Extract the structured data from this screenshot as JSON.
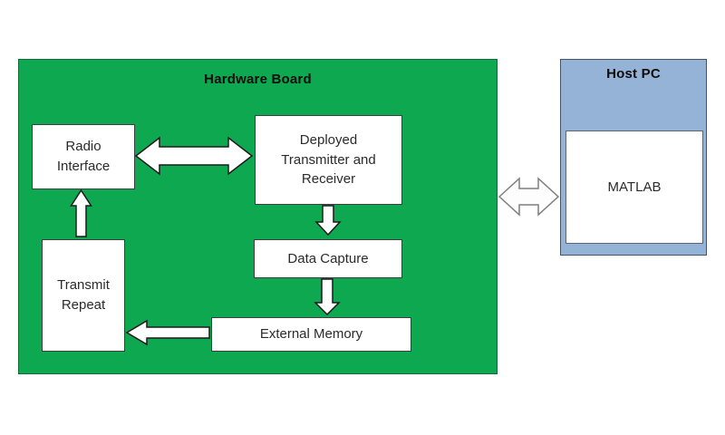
{
  "diagram": {
    "hardware_board": {
      "title": "Hardware Board",
      "fill_color": "#0DA850",
      "nodes": {
        "radio_interface": {
          "label": "Radio Interface",
          "lines": [
            "Radio",
            "Interface"
          ]
        },
        "deployed_tx_rx": {
          "label": "Deployed Transmitter and Receiver",
          "lines": [
            "Deployed",
            "Transmitter and",
            "Receiver"
          ]
        },
        "data_capture": {
          "label": "Data Capture"
        },
        "external_memory": {
          "label": "External Memory"
        },
        "transmit_repeat": {
          "label": "Transmit Repeat",
          "lines": [
            "Transmit",
            "Repeat"
          ]
        }
      }
    },
    "host_pc": {
      "title": "Host PC",
      "fill_color": "#95B3D7",
      "nodes": {
        "matlab": {
          "label": "MATLAB"
        }
      }
    },
    "connections": [
      {
        "from": "Radio Interface",
        "to": "Deployed Transmitter and Receiver",
        "direction": "bidirectional"
      },
      {
        "from": "Deployed Transmitter and Receiver",
        "to": "Data Capture",
        "direction": "one-way"
      },
      {
        "from": "Data Capture",
        "to": "External Memory",
        "direction": "one-way"
      },
      {
        "from": "External Memory",
        "to": "Transmit Repeat",
        "direction": "one-way"
      },
      {
        "from": "Transmit Repeat",
        "to": "Radio Interface",
        "direction": "one-way"
      },
      {
        "from": "Hardware Board",
        "to": "Host PC",
        "direction": "bidirectional"
      }
    ],
    "colors": {
      "board_arrow_outline": "#1A1A1A",
      "host_link_arrow_outline": "#7F7F7F",
      "arrow_fill": "#FFFFFF"
    }
  }
}
